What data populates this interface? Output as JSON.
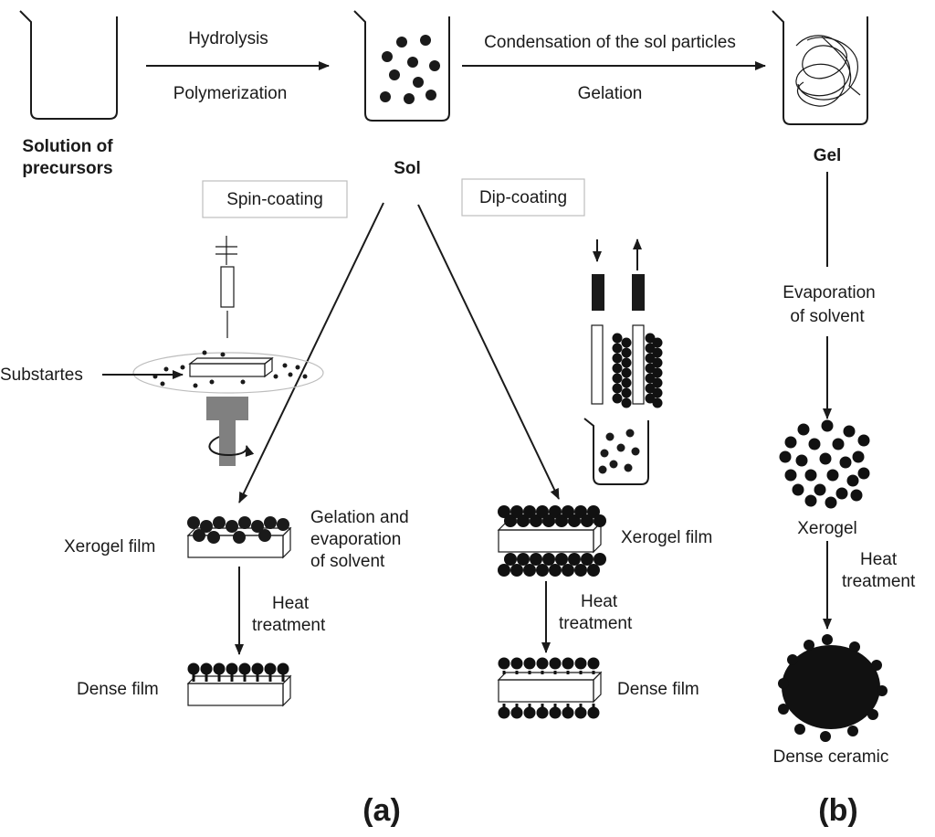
{
  "labels": {
    "hydrolysis": "Hydrolysis",
    "polymerization": "Polymerization",
    "condensation": "Condensation of the sol particles",
    "gelation": "Gelation",
    "solution_line1": "Solution of",
    "solution_line2": "precursors",
    "sol": "Sol",
    "gel": "Gel",
    "spin_coating": "Spin-coating",
    "dip_coating": "Dip-coating",
    "substrates": "Substartes",
    "xerogel_film_a": "Xerogel film",
    "gelation_evap_line1": "Gelation and",
    "gelation_evap_line2": "evaporation",
    "gelation_evap_line3": "of solvent",
    "heat_a_line1": "Heat",
    "heat_a_line2": "treatment",
    "dense_film_a": "Dense film",
    "xerogel_film_dip": "Xerogel film",
    "heat_dip_line1": "Heat",
    "heat_dip_line2": "treatment",
    "dense_film_dip": "Dense film",
    "evap_line1": "Evaporation",
    "evap_line2": "of solvent",
    "xerogel": "Xerogel",
    "heat_b_line1": "Heat",
    "heat_b_line2": "treatment",
    "dense_ceramic": "Dense ceramic",
    "panel_a": "(a)",
    "panel_b": "(b)"
  },
  "icons": {
    "beaker_empty": "beaker-icon",
    "beaker_sol": "beaker-sol-icon",
    "beaker_gel": "beaker-gel-icon",
    "spin_coater": "spin-coater-icon",
    "dip_coater": "dip-coater-icon",
    "rotation": "rotation-arrow-icon"
  }
}
